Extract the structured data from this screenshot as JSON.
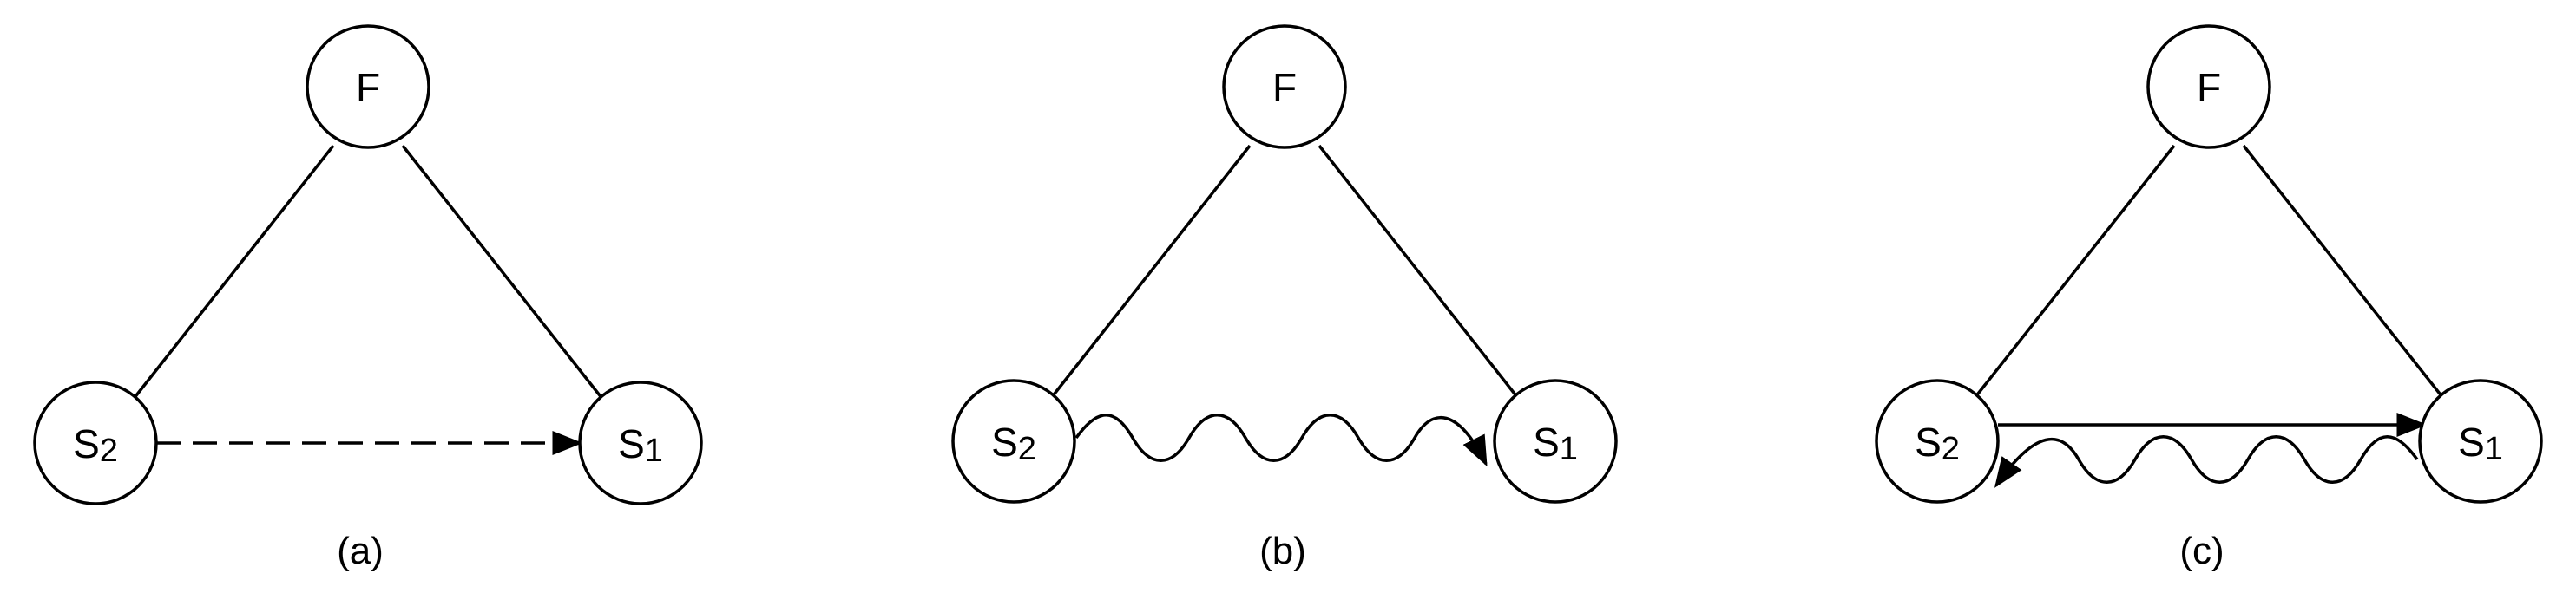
{
  "panels": [
    {
      "caption": "(a)",
      "nodes": {
        "f": {
          "label": "F"
        },
        "s2": {
          "base": "S",
          "sub": "2"
        },
        "s1": {
          "base": "S",
          "sub": "1"
        }
      },
      "edge_style": "dashed-arrow"
    },
    {
      "caption": "(b)",
      "nodes": {
        "f": {
          "label": "F"
        },
        "s2": {
          "base": "S",
          "sub": "2"
        },
        "s1": {
          "base": "S",
          "sub": "1"
        }
      },
      "edge_style": "wavy-arrow"
    },
    {
      "caption": "(c)",
      "nodes": {
        "f": {
          "label": "F"
        },
        "s2": {
          "base": "S",
          "sub": "2"
        },
        "s1": {
          "base": "S",
          "sub": "1"
        }
      },
      "edge_style": "solid-arrow-plus-wavy-return"
    }
  ],
  "colors": {
    "stroke": "#000000",
    "background": "#ffffff"
  }
}
